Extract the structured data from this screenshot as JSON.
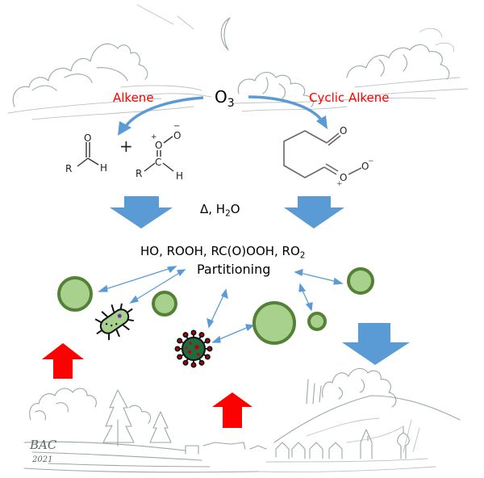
{
  "title": "Ozonolysis of alkenes and partitioning of oxidants onto aerosols and microbes",
  "reactant": {
    "text": "O",
    "subscript": "3"
  },
  "pathways": {
    "left_label": "Alkene",
    "right_label": "Cyclic Alkene"
  },
  "products_left": {
    "aldehyde": {
      "atoms": [
        "O",
        "R",
        "H"
      ]
    },
    "plus": "+",
    "criegee": {
      "atoms": [
        "O",
        "O",
        "C",
        "R",
        "H"
      ],
      "charges": [
        "+",
        "−"
      ]
    }
  },
  "products_right": {
    "atoms": [
      "O",
      "O",
      "O"
    ],
    "charges": [
      "+",
      "−"
    ]
  },
  "conditions": {
    "text": "Δ, H",
    "subscript": "2",
    "suffix": "O"
  },
  "species": {
    "line": "HO, ROOH, RC(O)OOH, RO",
    "subscript": "2"
  },
  "process_label": "Partitioning",
  "signature": {
    "initials": "BAC",
    "year": "2021"
  },
  "colors": {
    "pathway_label": "#ff0000",
    "flow_arrow": "#5b9bd5",
    "emission_arrow": "#ff0000",
    "particle_fill": "#a9d18e",
    "particle_stroke": "#548235",
    "virus_body": "#1e6b3f",
    "virus_spikes": "#c00000",
    "bacterium": "#a9d18e",
    "sketch": "#8a9a92"
  },
  "icons": {
    "moon": "crescent-moon-icon",
    "bacterium": "bacterium-icon",
    "virus": "virus-icon",
    "particles": "aerosol-particle-icon",
    "down_arrows": "down-arrow-icon",
    "up_arrows": "up-arrow-icon"
  }
}
